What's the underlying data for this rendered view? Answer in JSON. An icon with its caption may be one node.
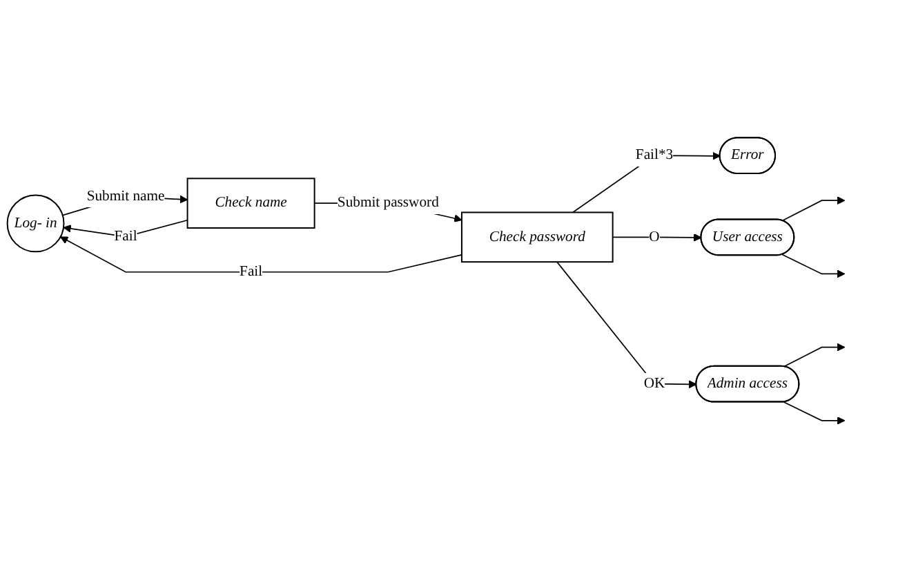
{
  "diagram": {
    "nodes": [
      {
        "text": [
          "Log- in"
        ]
      },
      {
        "text": [
          "Check name"
        ]
      },
      {
        "text": [
          "Error"
        ]
      },
      {
        "text": [
          "Check password"
        ]
      },
      {
        "text": [
          "User access"
        ]
      },
      {
        "text": [
          "Admin access"
        ]
      }
    ],
    "edges": [
      {
        "from": 0,
        "to": 1,
        "arrow": "to",
        "label": "Submit name"
      },
      {
        "from": 1,
        "to": 0,
        "arrow": "to",
        "label": "Fail"
      },
      {
        "from": 1,
        "to": 3,
        "arrow": "to",
        "label": "Submit password"
      },
      {
        "from": 3,
        "to": 0,
        "arrow": "to",
        "label": "Fail"
      },
      {
        "from": 3,
        "to": 2,
        "arrow": "to",
        "label": "Fail*3"
      },
      {
        "from": 3,
        "to": 4,
        "arrow": "to",
        "label": "O"
      },
      {
        "from": 3,
        "to": 5,
        "arrow": "to",
        "label": "OK"
      },
      {
        "from": 4,
        "to": null,
        "arrow": "to"
      },
      {
        "from": 4,
        "to": null,
        "arrow": "to"
      },
      {
        "from": 5,
        "to": null,
        "arrow": "to"
      },
      {
        "from": 5,
        "to": null,
        "arrow": "to"
      }
    ]
  }
}
